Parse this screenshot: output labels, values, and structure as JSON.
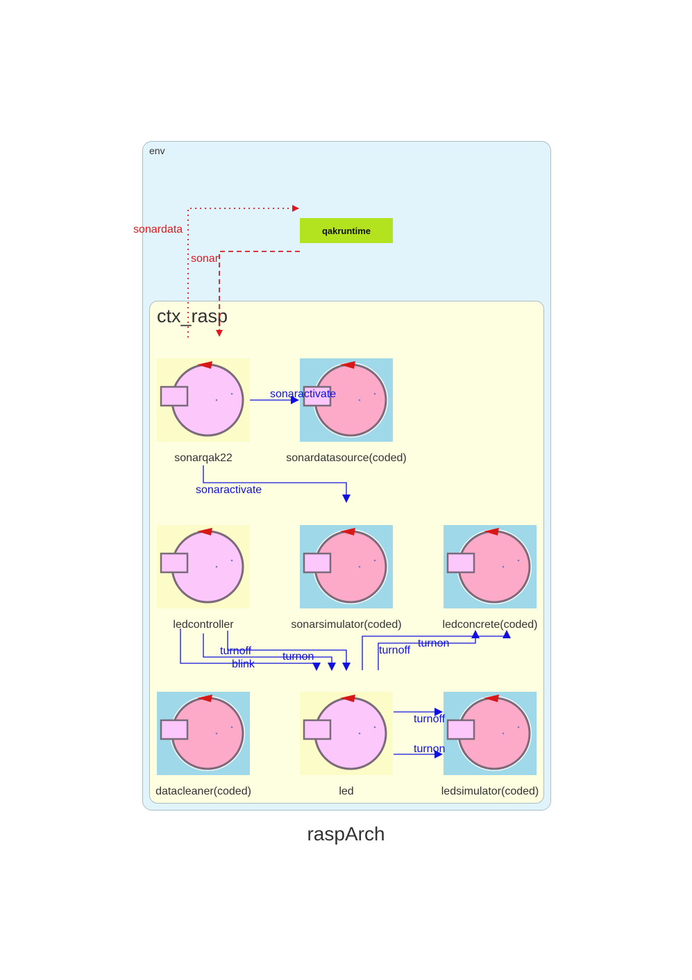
{
  "diagram": {
    "title": "raspArch",
    "env_label": "env",
    "context_label": "ctx_rasp",
    "runtime_label": "qakruntime",
    "actors": [
      {
        "id": "sonarqak22",
        "name": "sonarqak22",
        "kind": "qak"
      },
      {
        "id": "sonardatasource",
        "name": "sonardatasource(coded)",
        "kind": "coded"
      },
      {
        "id": "ledcontroller",
        "name": "ledcontroller",
        "kind": "qak"
      },
      {
        "id": "sonarsimulator",
        "name": "sonarsimulator(coded)",
        "kind": "coded"
      },
      {
        "id": "ledconcrete",
        "name": "ledconcrete(coded)",
        "kind": "coded"
      },
      {
        "id": "datacleaner",
        "name": "datacleaner(coded)",
        "kind": "coded"
      },
      {
        "id": "led",
        "name": "led",
        "kind": "qak"
      },
      {
        "id": "ledsimulator",
        "name": "ledsimulator(coded)",
        "kind": "coded"
      }
    ],
    "edge_labels": {
      "sonardata": "sonardata",
      "sonar": "sonar",
      "sonaractivate_1": "sonaractivate",
      "sonaractivate_2": "sonaractivate",
      "turnoff_1": "turnoff",
      "turnon_1": "turnon",
      "blink": "blink",
      "turnoff_2": "turnoff",
      "turnon_2": "turnon",
      "turnoff_3": "turnoff",
      "turnon_3": "turnon"
    },
    "colors": {
      "env_bg": "#e2f4fb",
      "ctx_bg": "#fefee0",
      "runtime_bg": "#b3e31f",
      "event_edge": "#e0171c",
      "dispatch_edge": "#1010e0",
      "qak_actor_bg": "#fcfcc8",
      "coded_actor_bg": "#9fd8e8"
    }
  }
}
